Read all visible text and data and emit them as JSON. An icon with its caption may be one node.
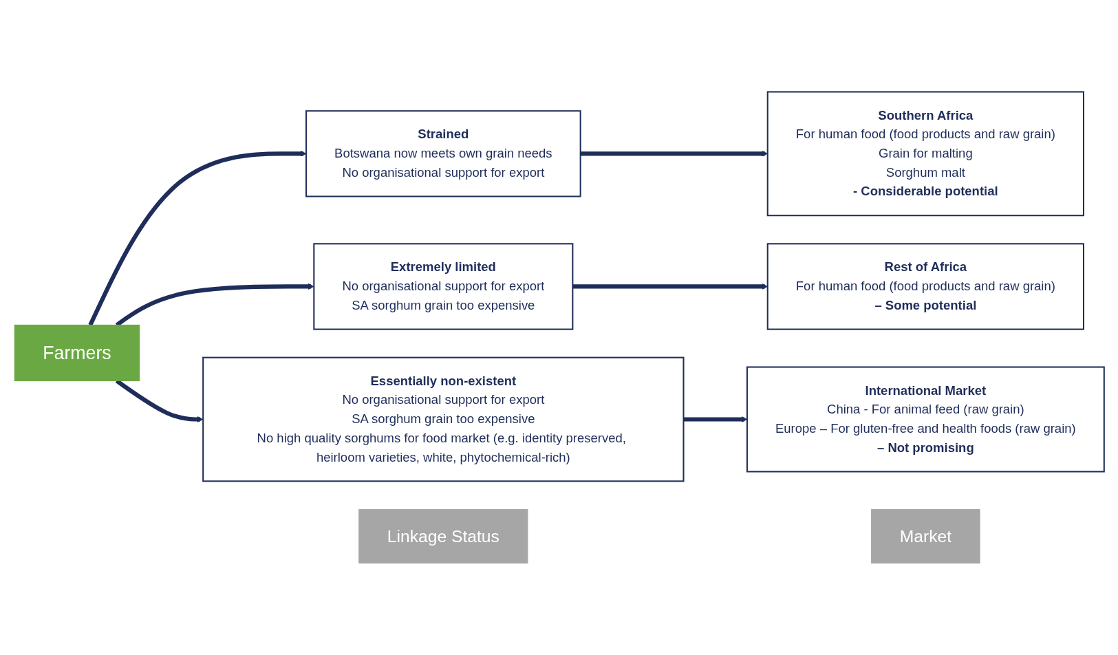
{
  "diagram": {
    "nodes": [
      {
        "text": [
          "Farmers"
        ]
      },
      {
        "text": [
          "Linkage Status"
        ]
      },
      {
        "text": [
          "Market"
        ]
      },
      {
        "text": [
          "Strained",
          "Botswana now meets own grain needs",
          "No organisational support for export"
        ]
      },
      {
        "text": [
          "Southern Africa",
          "For human food (food products and raw grain)",
          "Grain for malting",
          "Sorghum malt",
          "- Considerable potential"
        ]
      },
      {
        "text": [
          "Extremely limited",
          "No organisational support for export",
          "SA sorghum grain too expensive"
        ]
      },
      {
        "text": [
          "Rest of Africa",
          "For human food (food products and raw grain)",
          "– Some potential"
        ]
      },
      {
        "text": [
          "Essentially non-existent",
          "No organisational support for export",
          "SA sorghum grain too expensive",
          "No high quality sorghums for food market (e.g. identity preserved, heirloom varieties, white, phytochemical-rich)"
        ]
      },
      {
        "text": [
          "International Market",
          "China - For animal feed (raw grain)",
          "Europe – For gluten-free and health foods (raw grain)",
          "– Not promising"
        ]
      }
    ],
    "edges": [
      {
        "from": 0,
        "to": 3,
        "arrow": "to"
      },
      {
        "from": 0,
        "to": 5,
        "arrow": "to"
      },
      {
        "from": 0,
        "to": 7,
        "arrow": "to"
      },
      {
        "from": 3,
        "to": 4,
        "arrow": "to"
      },
      {
        "from": 5,
        "to": 6,
        "arrow": "to"
      },
      {
        "from": 7,
        "to": 8,
        "arrow": "to"
      }
    ]
  }
}
